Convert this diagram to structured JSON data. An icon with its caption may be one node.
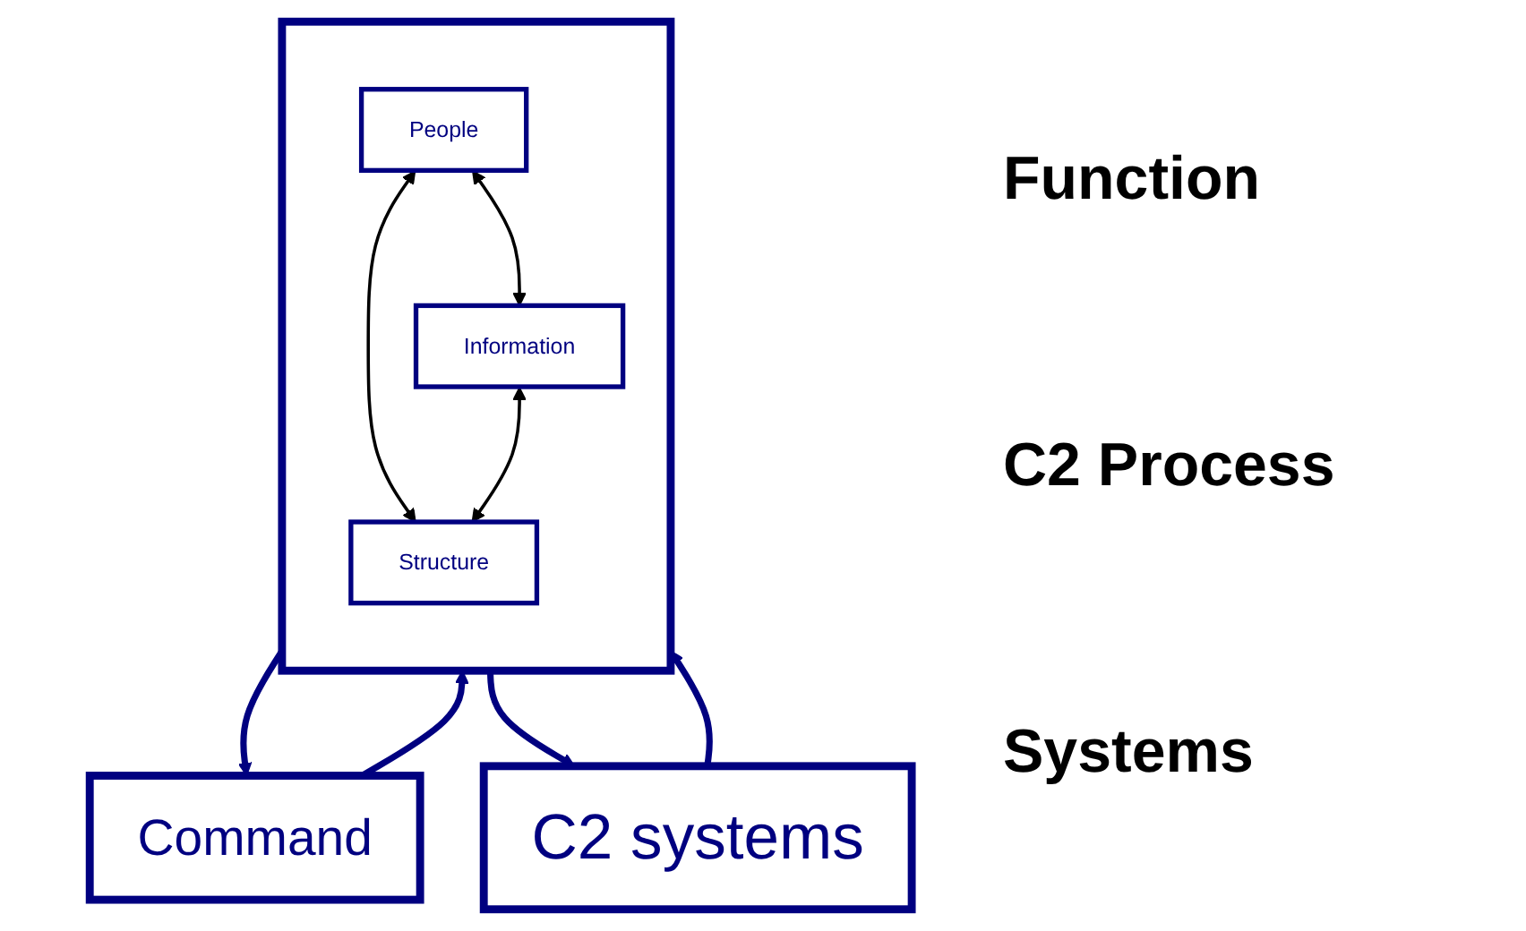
{
  "diagram": {
    "nodes": [
      {
        "text": [
          "Command"
        ]
      },
      {
        "text": [],
        "shape": "box"
      },
      {
        "text": [
          "People"
        ],
        "in": 1
      },
      {
        "text": [
          "Information"
        ],
        "in": 1
      },
      {
        "text": [
          "Structure"
        ],
        "in": 1
      },
      {
        "text": [
          "C2 systems"
        ]
      }
    ],
    "edges": [
      {
        "from": 0,
        "to": 1,
        "arrow": "to"
      },
      {
        "from": 1,
        "to": 0,
        "arrow": "to"
      },
      {
        "from": 2,
        "to": 3,
        "arrow": "both",
        "color": "#000000"
      },
      {
        "from": 2,
        "to": 4,
        "arrow": "both",
        "color": "#000000"
      },
      {
        "from": 3,
        "to": 4,
        "arrow": "both",
        "color": "#000000"
      },
      {
        "from": 1,
        "to": 5,
        "arrow": "to"
      },
      {
        "from": 5,
        "to": 1,
        "arrow": "to"
      }
    ],
    "labels": [
      "Function",
      "C2 Process",
      "Systems"
    ]
  }
}
